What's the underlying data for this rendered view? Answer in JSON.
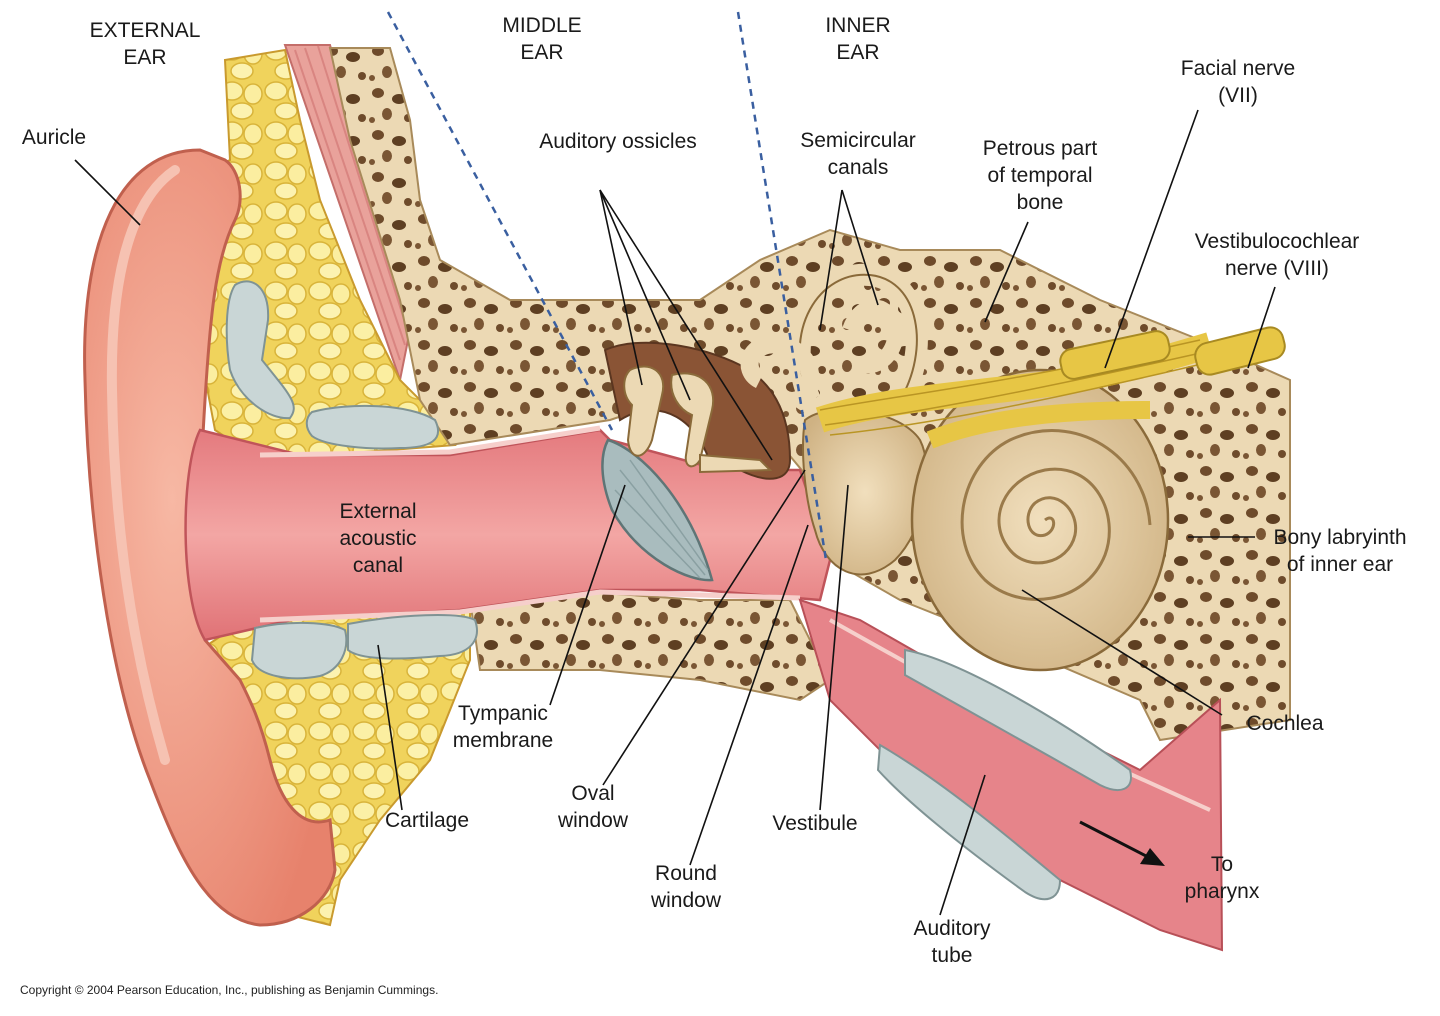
{
  "regions": {
    "external": [
      "EXTERNAL",
      "EAR"
    ],
    "middle": [
      "MIDDLE",
      "EAR"
    ],
    "inner": [
      "INNER",
      "EAR"
    ]
  },
  "labels": {
    "auricle": [
      "Auricle"
    ],
    "auditory_ossicles": [
      "Auditory ossicles"
    ],
    "semicircular_canals": [
      "Semicircular",
      "canals"
    ],
    "petrous": [
      "Petrous part",
      "of temporal",
      "bone"
    ],
    "facial_nerve": [
      "Facial nerve",
      "(VII)"
    ],
    "vestibulocochlear": [
      "Vestibulocochlear",
      "nerve (VIII)"
    ],
    "external_acoustic_canal": [
      "External",
      "acoustic",
      "canal"
    ],
    "bony_labyrinth": [
      "Bony labryinth",
      "of inner ear"
    ],
    "tympanic": [
      "Tympanic",
      "membrane"
    ],
    "cochlea": [
      "Cochlea"
    ],
    "oval_window": [
      "Oval",
      "window"
    ],
    "cartilage": [
      "Cartilage"
    ],
    "vestibule": [
      "Vestibule"
    ],
    "round_window": [
      "Round",
      "window"
    ],
    "auditory_tube": [
      "Auditory",
      "tube"
    ],
    "to_pharynx": [
      "To",
      "pharynx"
    ]
  },
  "copyright": "Copyright © 2004 Pearson Education, Inc., publishing as Benjamin Cummings.",
  "colors": {
    "skin": "#f0a08c",
    "canal": "#e8848a",
    "fat": "#f3e07a",
    "cartilage": "#c9d6d6",
    "bone": "#ecd9b4",
    "bone_pore": "#6b4a2a",
    "nerve": "#e8c94a",
    "cochlea": "#e6cfa6",
    "muscle": "#e89a94"
  }
}
